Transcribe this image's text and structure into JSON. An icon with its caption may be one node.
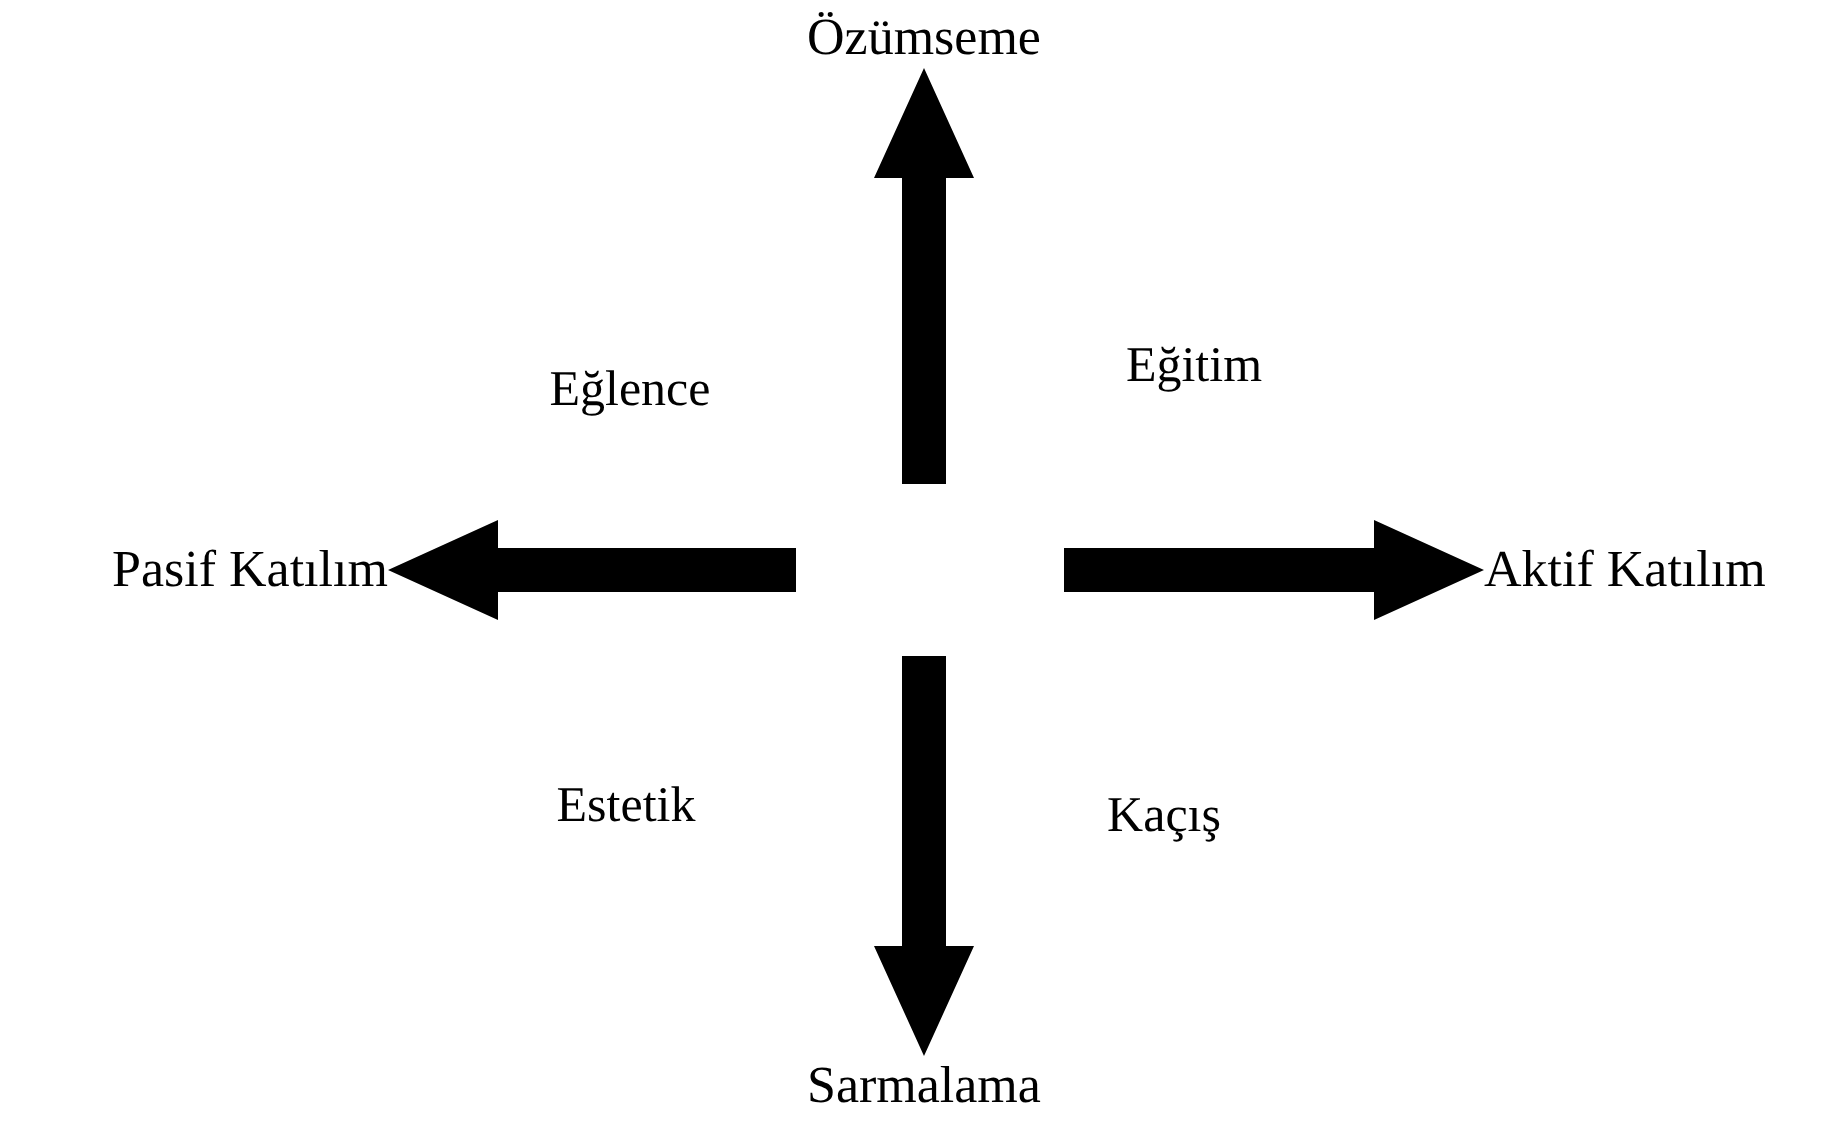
{
  "diagram": {
    "nodes": [
      {
        "text": [
          "Özümseme"
        ]
      },
      {
        "text": [
          "Pasif Katılım"
        ]
      },
      {
        "text": [
          "Aktif Katılım"
        ]
      },
      {
        "text": [
          "Sarmalama"
        ]
      }
    ],
    "edges": [
      {
        "from": null,
        "to": 0,
        "arrow": "to"
      },
      {
        "from": null,
        "to": 1,
        "arrow": "to"
      },
      {
        "from": null,
        "to": 2,
        "arrow": "to"
      },
      {
        "from": null,
        "to": 3,
        "arrow": "to"
      }
    ],
    "labels": [
      "Eğlence",
      "Eğitim",
      "Estetik",
      "Kaçış"
    ]
  }
}
